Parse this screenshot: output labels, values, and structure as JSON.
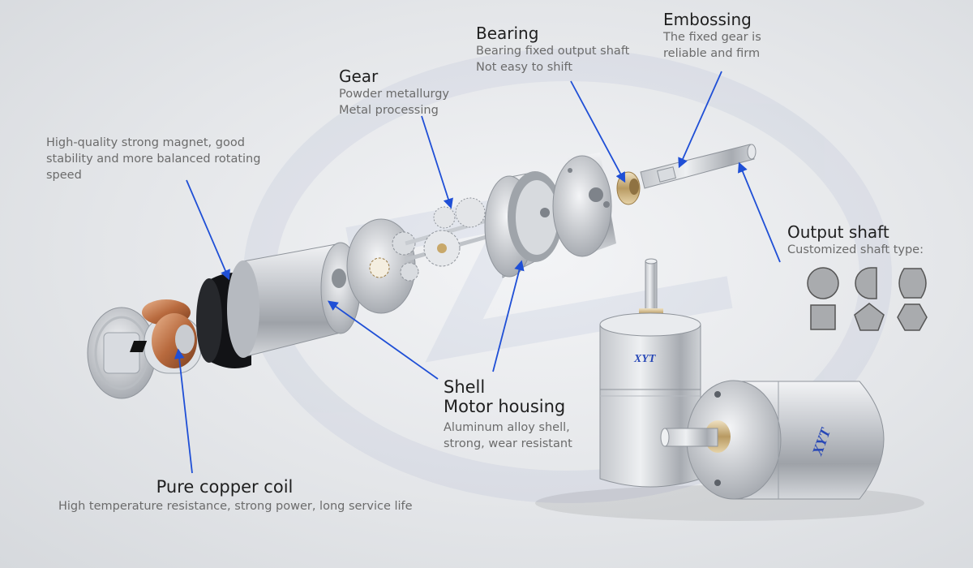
{
  "labels": {
    "embossing": {
      "title": "Embossing",
      "desc": [
        "The fixed gear is",
        "reliable and firm"
      ]
    },
    "bearing": {
      "title": "Bearing",
      "desc": [
        "Bearing fixed output shaft",
        "Not easy to shift"
      ]
    },
    "gear": {
      "title": "Gear",
      "desc": [
        "Powder metallurgy",
        "Metal processing"
      ]
    },
    "magnet": {
      "desc": [
        "High-quality strong magnet, good",
        "stability and more balanced rotating",
        "speed"
      ]
    },
    "output_shaft": {
      "title": "Output shaft",
      "desc": [
        "Customized shaft type:"
      ]
    },
    "shell": {
      "title": [
        "Shell",
        "Motor housing"
      ],
      "desc": [
        "Aluminum alloy shell,",
        "strong, wear resistant"
      ]
    },
    "copper_coil": {
      "title": "Pure copper coil",
      "desc": [
        "High temperature resistance, strong power, long service life"
      ]
    }
  },
  "shaft_types": [
    "round",
    "d-cut",
    "double-d",
    "square",
    "pentagon",
    "hexagon"
  ],
  "colors": {
    "arrow": "#1f4fd6",
    "text_title": "#1f1f1f",
    "text_desc": "#6b6b6b",
    "swatch": "#a9abae"
  },
  "icons": [
    "brand-logo-icon"
  ]
}
